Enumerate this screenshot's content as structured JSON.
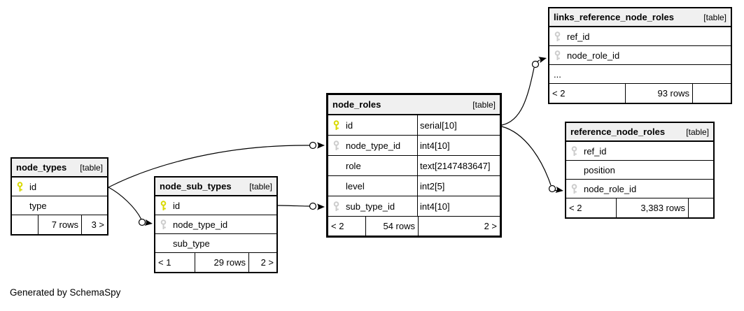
{
  "page": {
    "caption": "Generated by SchemaSpy"
  },
  "colors": {
    "table_header_bg": "#f0f0f0",
    "table_border": "#000000",
    "primary_key_color": "#d9d900",
    "foreign_key_color": "#cccccc",
    "line_color": "#000000"
  },
  "tables": {
    "node_types": {
      "name": "node_types",
      "type_tag": "[table]",
      "columns": [
        {
          "name": "id",
          "key": "primary"
        },
        {
          "name": "type",
          "key": ""
        }
      ],
      "footer": {
        "left": "",
        "center": "7 rows",
        "right": "3 >"
      }
    },
    "node_sub_types": {
      "name": "node_sub_types",
      "type_tag": "[table]",
      "columns": [
        {
          "name": "id",
          "key": "primary"
        },
        {
          "name": "node_type_id",
          "key": "foreign"
        },
        {
          "name": "sub_type",
          "key": ""
        }
      ],
      "footer": {
        "left": "< 1",
        "center": "29 rows",
        "right": "2 >"
      }
    },
    "node_roles": {
      "name": "node_roles",
      "type_tag": "[table]",
      "columns": [
        {
          "name": "id",
          "type": "serial[10]",
          "key": "primary"
        },
        {
          "name": "node_type_id",
          "type": "int4[10]",
          "key": "foreign"
        },
        {
          "name": "role",
          "type": "text[2147483647]",
          "key": ""
        },
        {
          "name": "level",
          "type": "int2[5]",
          "key": ""
        },
        {
          "name": "sub_type_id",
          "type": "int4[10]",
          "key": "foreign"
        }
      ],
      "footer": {
        "left": "< 2",
        "center": "54 rows",
        "right": "2 >"
      }
    },
    "links_reference_node_roles": {
      "name": "links_reference_node_roles",
      "type_tag": "[table]",
      "columns": [
        {
          "name": "ref_id",
          "key": "foreign"
        },
        {
          "name": "node_role_id",
          "key": "foreign"
        },
        {
          "name": "...",
          "key": ""
        }
      ],
      "footer": {
        "left": "< 2",
        "center": "93 rows",
        "right": ""
      }
    },
    "reference_node_roles": {
      "name": "reference_node_roles",
      "type_tag": "[table]",
      "columns": [
        {
          "name": "ref_id",
          "key": "foreign"
        },
        {
          "name": "position",
          "key": ""
        },
        {
          "name": "node_role_id",
          "key": "foreign"
        }
      ],
      "footer": {
        "left": "< 2",
        "center": "3,383 rows",
        "right": ""
      }
    }
  }
}
